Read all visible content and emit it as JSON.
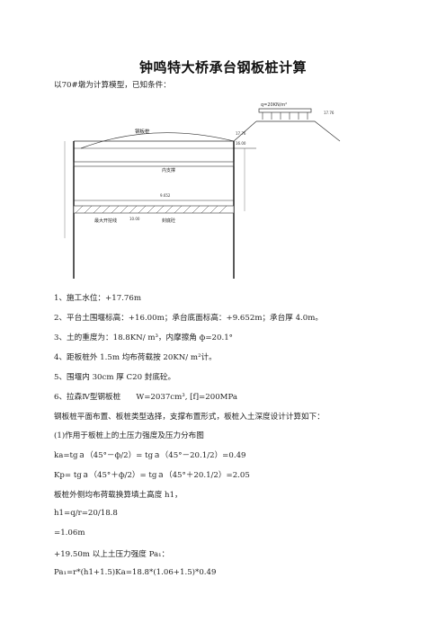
{
  "title": "钟鸣特大桥承台钢板桩计算",
  "intro": "以70#墩为计算模型，已知条件：",
  "diagram": {
    "load_label": "q=20KN/m²",
    "steel_pile_label": "钢板桩",
    "brace_label": "内支撑",
    "max_pile_label": "最大开挖线",
    "seal_label": "封底砼",
    "elev_top": "17.76",
    "elev_platform": "16.00",
    "elev_mid": "9.652",
    "elev_bottom": "10.00"
  },
  "lines": [
    "1、施工水位：+17.76m",
    "2、平台土围堰标高：+16.00m；承台底面标高：+9.652m；承台厚 4.0m。",
    "3、土的重度为：18.8KN/ m³，内摩擦角 ф=20.1°",
    "4、距板桩外 1.5m 均布荷载按 20KN/ m²计。",
    "5、围堰内 30cm 厚 C20 封底砼。",
    "6、拉森Ⅳ型钢板桩　　W=2037cm³, [f]=200MPa",
    "钢板桩平面布置、板桩类型选择，支撑布置形式，板桩入土深度设计计算如下：",
    "(1)作用于板桩上的土压力强度及压力分布图",
    "ka=tgａ（45°－ф/2）= tgａ（45°－20.1/2）=0.49",
    "Kp= tgａ（45°＋ф/2）= tgａ（45°＋20.1/2）=2.05",
    "板桩外侧均布荷载换算填土高度 h1，",
    "h1=q/r=20/18.8",
    "=1.06m",
    "+19.50m 以上土压力强度 Pa₁：",
    "Pa₁=r*(h1+1.5)Ka=18.8*(1.06+1.5)*0.49"
  ]
}
